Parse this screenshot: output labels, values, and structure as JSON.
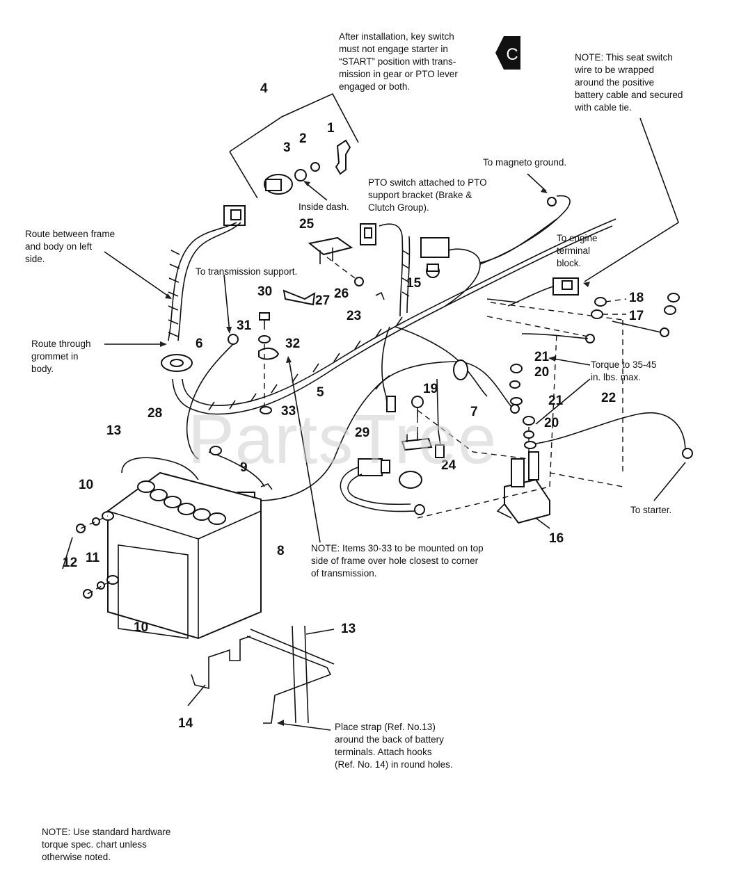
{
  "badge": "C",
  "watermark": "PartsTree",
  "notes": {
    "install": "After installation, key switch\nmust not engage starter in\n“START” position with trans-\nmission in gear or PTO lever\nengaged or both.",
    "seat_switch": "NOTE: This seat switch\nwire to be wrapped\naround the positive\nbattery cable and secured\nwith cable tie.",
    "magneto": "To magneto ground.",
    "pto_switch": "PTO switch attached to PTO\nsupport bracket (Brake &\nClutch Group).",
    "inside_dash": "Inside dash.",
    "engine_terminal": "To engine\nterminal\nblock.",
    "route_frame": "Route between frame\nand body on left\nside.",
    "transmission_support": "To transmission support.",
    "route_grommet": "Route through\ngrommet in\nbody.",
    "torque": "Torque to 35-45\nin. lbs. max.",
    "starter": "To starter.",
    "items_30_33": "NOTE: Items 30-33 to be mounted on top\nside of frame over hole closest to corner\nof transmission.",
    "strap": "Place strap (Ref. No.13)\naround the back of battery\nterminals. Attach hooks\n(Ref. No. 14) in round holes.",
    "hardware": "NOTE: Use standard hardware\ntorque spec. chart unless\notherwise noted."
  },
  "callouts": {
    "c1": "1",
    "c2": "2",
    "c3": "3",
    "c4": "4",
    "c5": "5",
    "c6": "6",
    "c7": "7",
    "c8": "8",
    "c9": "9",
    "c10a": "10",
    "c10b": "10",
    "c11": "11",
    "c12": "12",
    "c13a": "13",
    "c13b": "13",
    "c14": "14",
    "c15": "15",
    "c16": "16",
    "c17": "17",
    "c18": "18",
    "c19": "19",
    "c20a": "20",
    "c20b": "20",
    "c21a": "21",
    "c21b": "21",
    "c22": "22",
    "c23": "23",
    "c24": "24",
    "c25": "25",
    "c26": "26",
    "c27": "27",
    "c28": "28",
    "c29": "29",
    "c30": "30",
    "c31": "31",
    "c32": "32",
    "c33": "33"
  }
}
